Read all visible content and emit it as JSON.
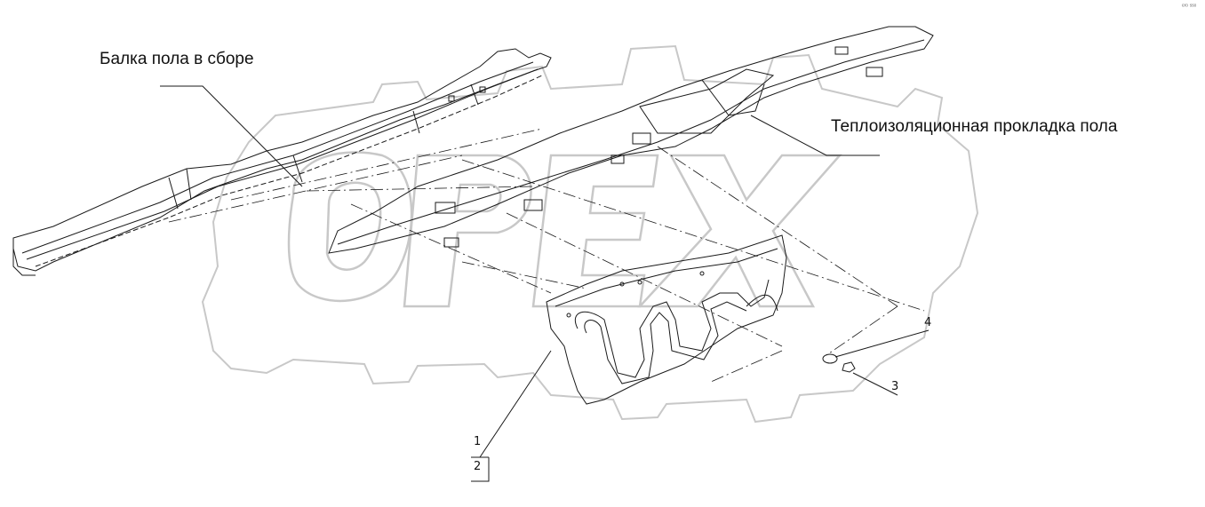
{
  "labels": {
    "floor_beam": "Балка пола в сборе",
    "insulation_pad": "Теплоизоляционная прокладка пола"
  },
  "callouts": {
    "c1": "1",
    "c2": "2",
    "c3": "3",
    "c4": "4"
  },
  "watermark": "OPEX",
  "corner_mark": "ᵉʳᵒ ˢˢᵒ",
  "colors": {
    "line": "#1a1a1a",
    "watermark": "#c8c8c8"
  }
}
